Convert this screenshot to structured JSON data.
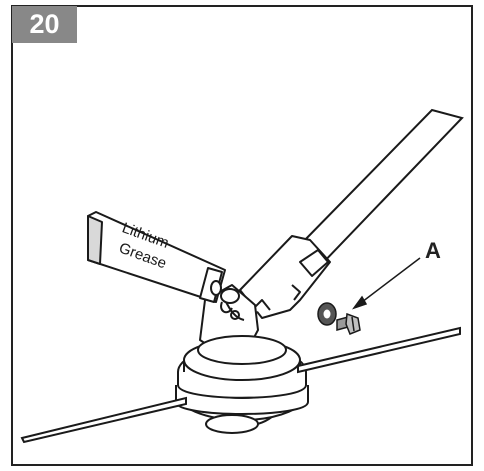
{
  "step": {
    "number": "20"
  },
  "callout": {
    "label": "A"
  },
  "tube": {
    "line1": "Lithium",
    "line2": "Grease"
  },
  "colors": {
    "frame": "#222222",
    "badge": "#888888",
    "badge_text": "#ffffff",
    "ink": "#1a1a1a",
    "washer": "#555555",
    "bolt": "#9a9a9a"
  }
}
